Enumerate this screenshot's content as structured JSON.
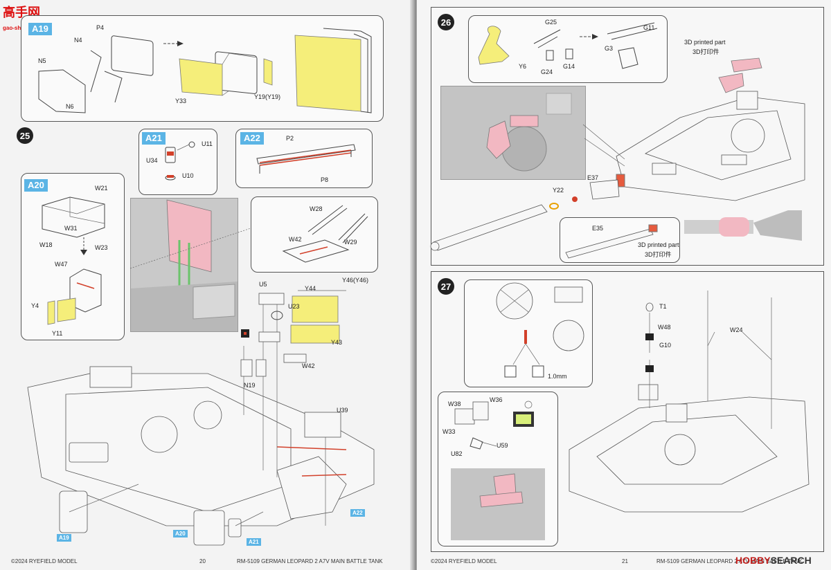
{
  "watermark": {
    "top": "高手网",
    "sub": "gao-shou.com"
  },
  "left_page": {
    "top_box": {
      "tag": "A19",
      "labels": [
        "P4",
        "N4",
        "N5",
        "N6",
        "Y33",
        "Y19(Y19)"
      ]
    },
    "step25": {
      "number": "25",
      "a21": {
        "tag": "A21",
        "labels": [
          "U11",
          "U34",
          "U10"
        ]
      },
      "a22": {
        "tag": "A22",
        "labels": [
          "P2",
          "P8"
        ]
      },
      "a20": {
        "tag": "A20",
        "labels": [
          "W21",
          "W31",
          "W18",
          "W23",
          "W47",
          "Y4",
          "Y11"
        ]
      },
      "detail_labels": [
        "W28",
        "W42",
        "W29"
      ],
      "main_labels": [
        "U5",
        "Y44",
        "Y46(Y46)",
        "U23",
        "Y43",
        "W42",
        "N19",
        "U39"
      ],
      "callouts": [
        "A22",
        "A19",
        "A20",
        "A21"
      ]
    },
    "footer": {
      "copyright": "©2024 RYEFIELD MODEL",
      "page": "20",
      "product": "RM-5109 GERMAN LEOPARD  2 A7V MAIN BATTLE TANK"
    }
  },
  "right_page": {
    "step26": {
      "number": "26",
      "top_labels": [
        "G25",
        "G11",
        "G3",
        "Y6",
        "G24",
        "G14"
      ],
      "printed_label_en": "3D printed part",
      "printed_label_cn": "3D打印件",
      "barrel_labels": [
        "E37",
        "Y22",
        "E35"
      ]
    },
    "step27": {
      "number": "27",
      "labels": [
        "T1",
        "W48",
        "G10",
        "W24"
      ],
      "detail_dim": "1.0mm",
      "inset_labels": [
        "W38",
        "W36",
        "W33",
        "U82",
        "U59"
      ]
    },
    "footer": {
      "copyright": "©2024 RYEFIELD MODEL",
      "page": "21",
      "product": "RM-5109 GERMAN LEOPARD  2 A7V MAIN BATTLE TANK"
    },
    "brand": {
      "hobby": "HOBBY",
      "search": "SEARCH"
    }
  },
  "colors": {
    "tag_blue": "#5bb4e5",
    "part_yellow": "#f5ee7a",
    "part_pink": "#f2b8c2",
    "wire_red": "#d2402a"
  }
}
